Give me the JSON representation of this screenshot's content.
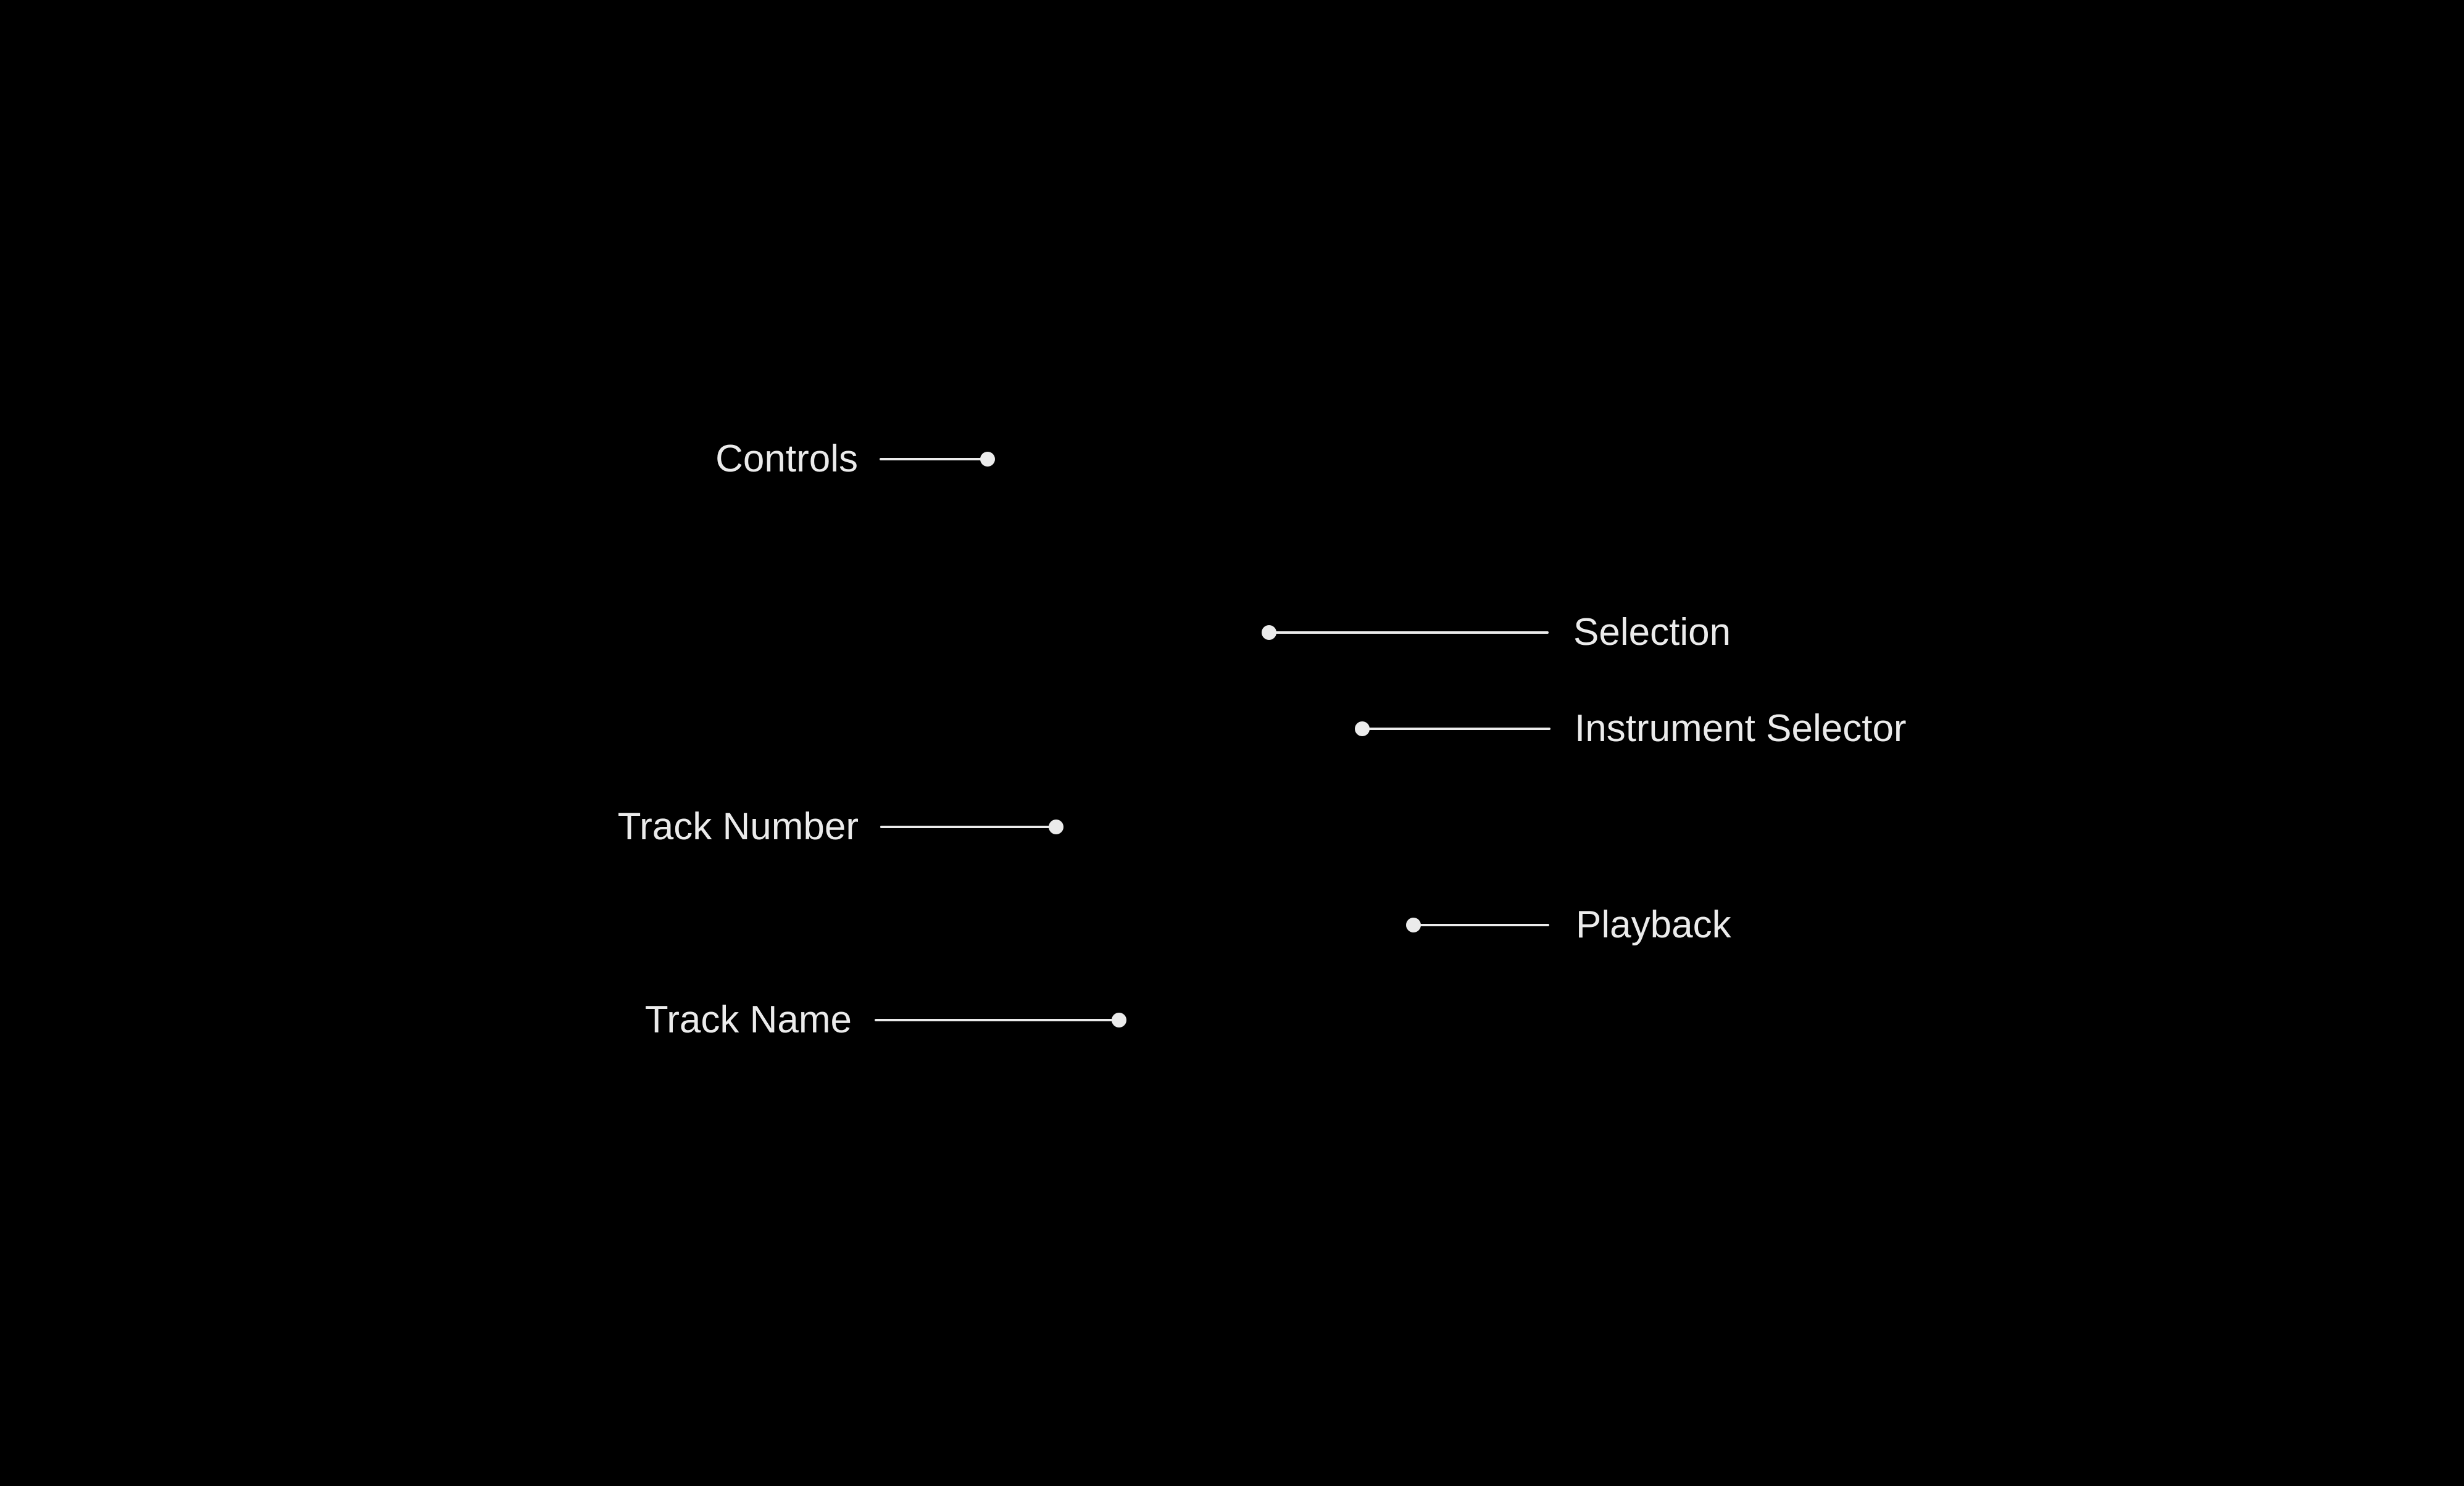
{
  "canvas": {
    "background_color": "#000000",
    "annotation_color": "#ebebeb"
  },
  "callouts": [
    {
      "id": "controls",
      "label": "Controls",
      "label_side": "left"
    },
    {
      "id": "selection",
      "label": "Selection",
      "label_side": "right"
    },
    {
      "id": "instrument-selector",
      "label": "Instrument Selector",
      "label_side": "right"
    },
    {
      "id": "track-number",
      "label": "Track Number",
      "label_side": "left"
    },
    {
      "id": "playback",
      "label": "Playback",
      "label_side": "right"
    },
    {
      "id": "track-name",
      "label": "Track Name",
      "label_side": "left"
    }
  ]
}
